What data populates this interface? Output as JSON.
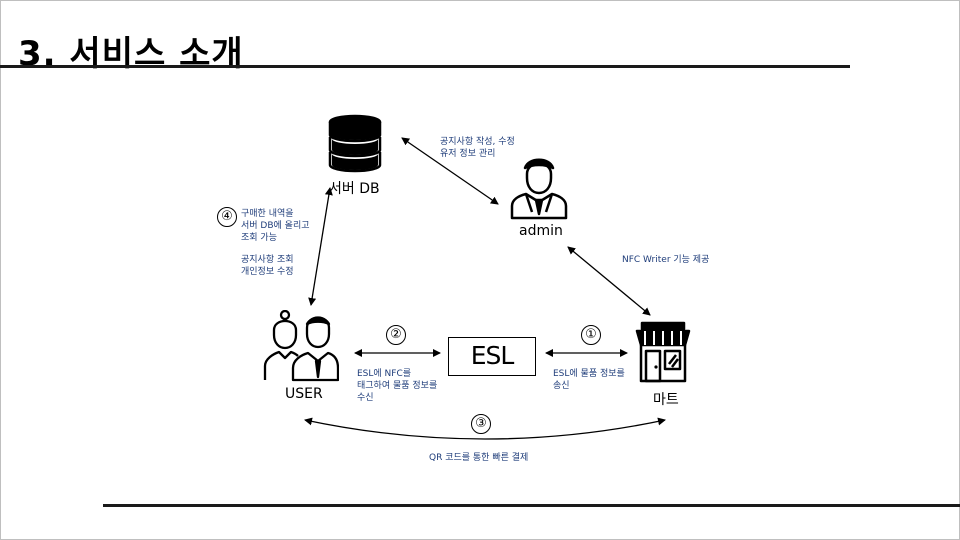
{
  "slide": {
    "title": "3. 서비스 소개"
  },
  "nodes": {
    "server_db": {
      "label": "서버 DB",
      "icon": "database-icon"
    },
    "admin": {
      "label": "admin",
      "icon": "admin-user-icon"
    },
    "user": {
      "label": "USER",
      "icon": "users-icon"
    },
    "esl": {
      "label": "ESL"
    },
    "mart": {
      "label": "마트",
      "icon": "store-icon"
    }
  },
  "steps": {
    "step1": "①",
    "step2": "②",
    "step3": "③",
    "step4": "④"
  },
  "notes": {
    "db_admin": "공지사항 작성, 수정\n유저 정보 관리",
    "admin_mart": "NFC Writer 기능 제공",
    "user_db_purchase": "구매한 내역을\n서버 DB에 올리고\n조회 가능",
    "user_db_notice": "공지사항 조회\n개인정보 수정",
    "user_esl": "ESL에 NFC를\n태그하여 물품 정보를\n수신",
    "esl_mart": "ESL에 물품 정보를\n송신",
    "payment": "QR 코드를 통한 빠른 결제"
  },
  "colors": {
    "note_text": "#1f3d7a",
    "lines": "#000000"
  }
}
